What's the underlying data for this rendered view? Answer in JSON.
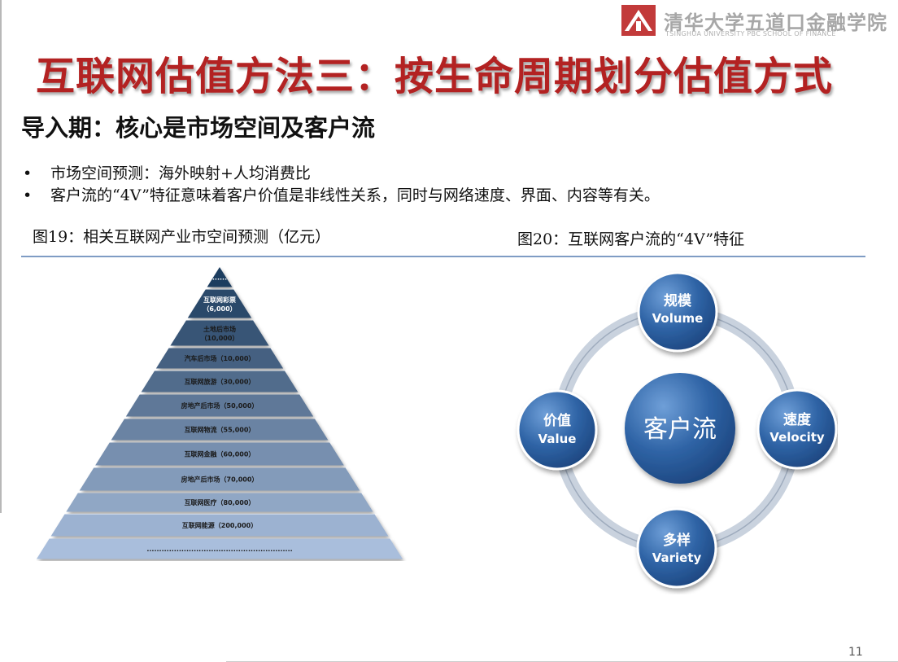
{
  "logo": {
    "name_cn": "清华大学五道口金融学院",
    "name_en": "TSINGHUA UNIVERSITY PBC SCHOOL OF FINANCE"
  },
  "title": "互联网估值方法三：按生命周期划分估值方式",
  "subtitle": "导入期：核心是市场空间及客户流",
  "bullets": [
    "市场空间预测：海外映射+人均消费比",
    "客户流的“4V”特征意味着客户价值是非线性关系，同时与网络速度、界面、内容等有关。"
  ],
  "figure19": {
    "caption": "图19：相关互联网产业市空间预测（亿元）",
    "levels": [
      {
        "name": "......"
      },
      {
        "name": "互联网彩票",
        "value": "（6,000）"
      },
      {
        "name": "土地后市场",
        "value": "（10,000）"
      },
      {
        "name": "汽车后市场（10,000）"
      },
      {
        "name": "互联网旅游（30,000）"
      },
      {
        "name": "房地产后市场（50,000）"
      },
      {
        "name": "互联网物流（55,000）"
      },
      {
        "name": "互联网金融（60,000）"
      },
      {
        "name": "房地产后市场（70,000）"
      },
      {
        "name": "互联网医疗（80,000）"
      },
      {
        "name": "互联网能源（200,000）"
      },
      {
        "name": "..........................................................."
      }
    ]
  },
  "figure20": {
    "caption": "图20：互联网客户流的“4V”特征",
    "center": "客户流",
    "nodes": [
      {
        "cn": "规模",
        "en": "Volume"
      },
      {
        "cn": "速度",
        "en": "Velocity"
      },
      {
        "cn": "多样",
        "en": "Variety"
      },
      {
        "cn": "价值",
        "en": "Value"
      }
    ]
  },
  "page_number": "11",
  "colors": {
    "title_red": "#b32222",
    "pyramid_top": "#1f3d7a",
    "pyramid_bottom": "#a9bcdc",
    "circle_blue": "#2b5f9e",
    "ring_grey": "#b8c4d4",
    "rule_blue": "#7f9cc4"
  }
}
